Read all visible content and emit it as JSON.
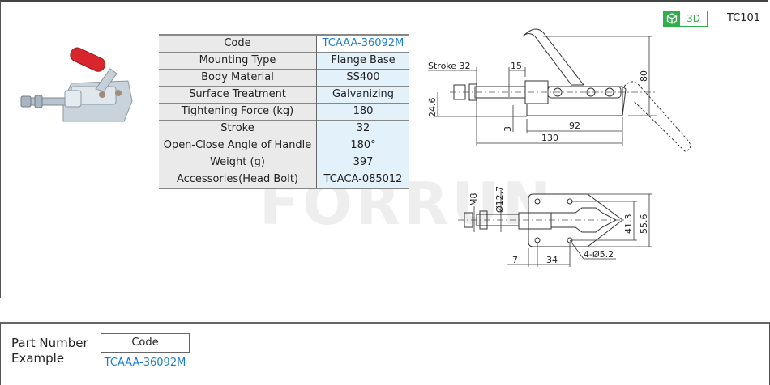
{
  "header": {
    "badge_3d_label": "3D",
    "badge_3d_icon": "cube-icon",
    "model_code": "TC101",
    "accent_green": "#2fae4a",
    "link_blue": "#1a7fcc"
  },
  "watermark": "FORRUN",
  "spec_table": {
    "rows": [
      {
        "label": "Code",
        "value": "TCAAA-36092M"
      },
      {
        "label": "Mounting Type",
        "value": "Flange Base"
      },
      {
        "label": "Body Material",
        "value": "SS400"
      },
      {
        "label": "Surface Treatment",
        "value": "Galvanizing"
      },
      {
        "label": "Tightening Force (kg)",
        "value": "180"
      },
      {
        "label": "Stroke",
        "value": "32"
      },
      {
        "label": "Open-Close  Angle of Handle",
        "value": "180°"
      },
      {
        "label": "Weight (g)",
        "value": "397"
      },
      {
        "label": "Accessories(Head Bolt)",
        "value": "TCACA-085012"
      }
    ]
  },
  "side_view": {
    "stroke_label": "Stroke 32",
    "dim_15": "15",
    "dim_24_6": "24.6",
    "dim_3": "3",
    "dim_92": "92",
    "dim_130": "130",
    "dim_80": "80"
  },
  "top_view": {
    "dim_m8": "M8",
    "dim_dia_12_7": "Ø12.7",
    "dim_7": "7",
    "dim_34": "34",
    "dim_holes": "4-Ø5.2",
    "dim_41_3": "41.3",
    "dim_55_6": "55.6"
  },
  "part_number": {
    "label_line1": "Part Number",
    "label_line2": "Example",
    "code_header": "Code",
    "code_value": "TCAAA-36092M"
  }
}
